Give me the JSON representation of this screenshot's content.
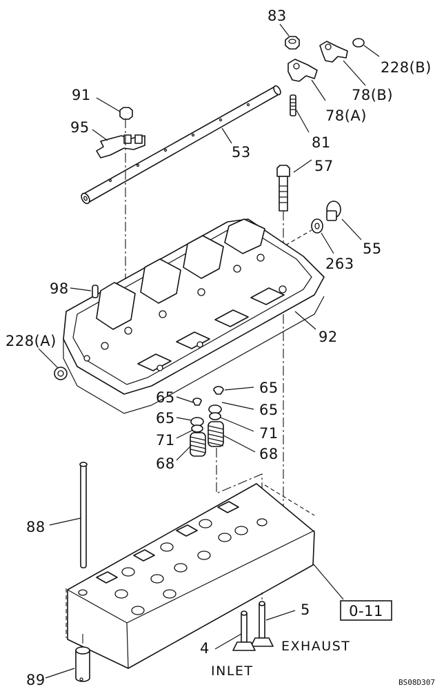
{
  "callouts": {
    "p83": "83",
    "p228b": "228(B)",
    "p78b": "78(B)",
    "p78a": "78(A)",
    "p81": "81",
    "p91": "91",
    "p95": "95",
    "p53": "53",
    "p57": "57",
    "p55": "55",
    "p263": "263",
    "p98": "98",
    "p92": "92",
    "p228a": "228(A)",
    "p65a": "65",
    "p65b": "65",
    "p65c": "65",
    "p65d": "65",
    "p71a": "71",
    "p71b": "71",
    "p68a": "68",
    "p68b": "68",
    "p88": "88",
    "p5": "5",
    "p4": "4",
    "p89": "89"
  },
  "reference": "0-11",
  "labels": {
    "exhaust": "EXHAUST",
    "inlet": "INLET"
  },
  "drawing_code": "BS08D307"
}
